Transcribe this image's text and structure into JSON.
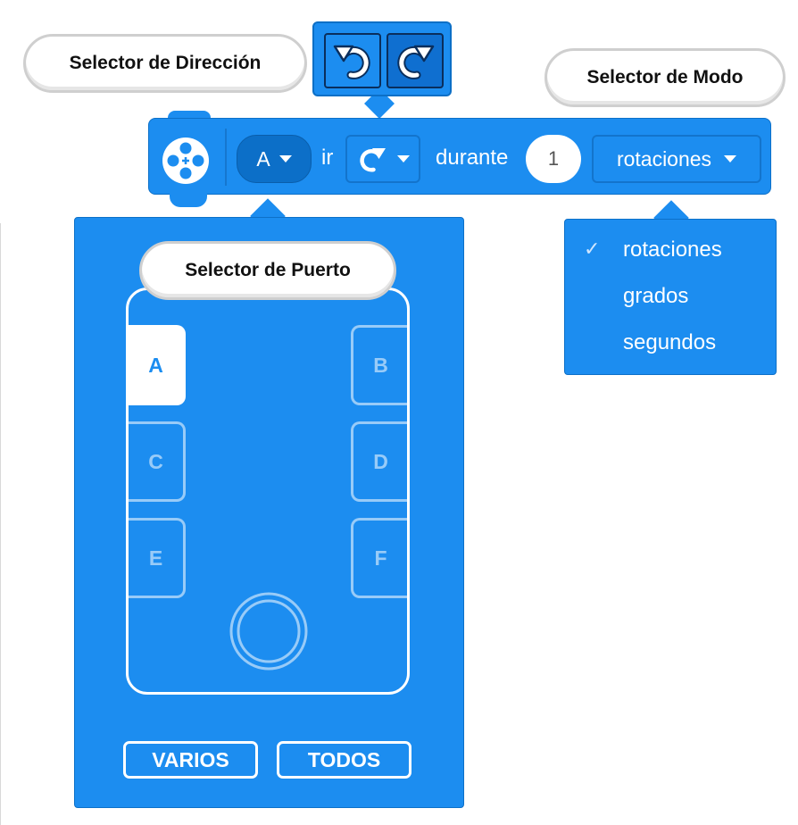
{
  "callouts": {
    "direction": "Selector de Dirección",
    "mode": "Selector de Modo",
    "port": "Selector de Puerto"
  },
  "direction_picker": {
    "options": [
      "counterclockwise-icon",
      "clockwise-icon"
    ],
    "selected": "clockwise-icon"
  },
  "block": {
    "icon": "motor-icon",
    "port_value": "A",
    "ir_label": "ir",
    "direction_icon": "clockwise-icon",
    "during_label": "durante",
    "amount_value": "1",
    "mode_value": "rotaciones"
  },
  "port_picker": {
    "ports": [
      "A",
      "B",
      "C",
      "D",
      "E",
      "F"
    ],
    "selected": "A",
    "buttons": {
      "multiple": "VARIOS",
      "all": "TODOS"
    }
  },
  "mode_menu": {
    "check_glyph": "✓",
    "options": [
      "rotaciones",
      "grados",
      "segundos"
    ],
    "selected": "rotaciones"
  },
  "colors": {
    "block_blue": "#1c8df0",
    "dark_blue": "#0c6fc8",
    "white": "#ffffff"
  }
}
